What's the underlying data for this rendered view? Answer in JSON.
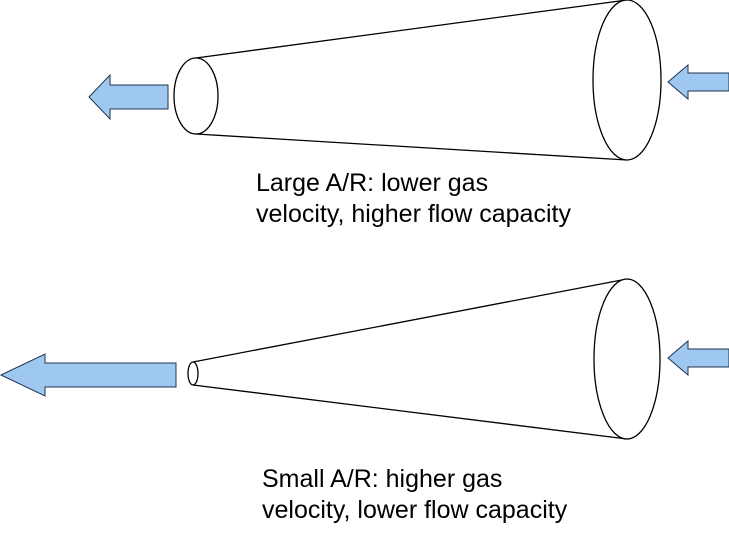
{
  "colors": {
    "arrow_fill": "#9ec8f0",
    "arrow_stroke": "#1f3550",
    "outline": "#000000",
    "background": "#ffffff"
  },
  "large_ar": {
    "caption_line1": "Large A/R: lower gas",
    "caption_line2": "velocity, higher flow capacity"
  },
  "small_ar": {
    "caption_line1": "Small A/R: higher gas",
    "caption_line2": "velocity, lower flow capacity"
  }
}
